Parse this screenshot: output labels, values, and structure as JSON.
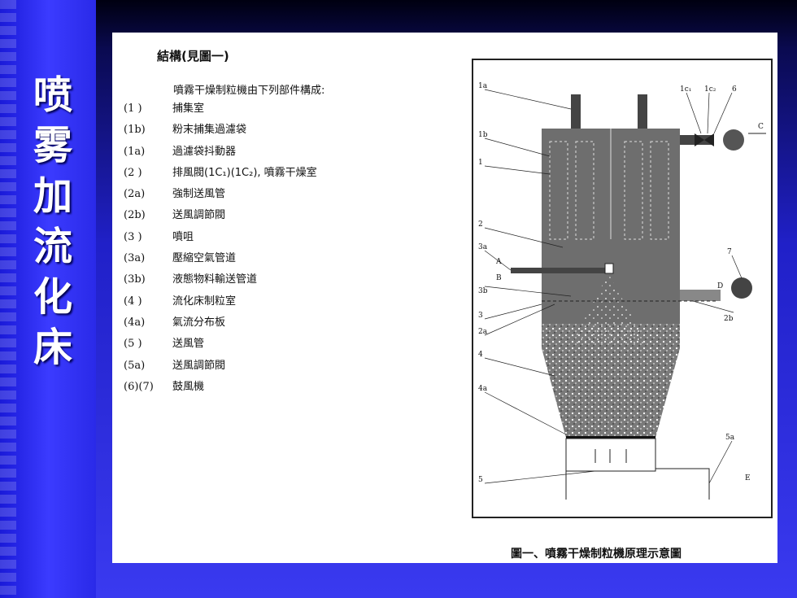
{
  "slide_title_chars": [
    "喷",
    "雾",
    "加",
    "流",
    "化",
    "床"
  ],
  "section_heading": "結構(見圖一)",
  "intro_text": "噴霧干燥制粒機由下列部件構成:",
  "parts": [
    {
      "code": "(1 )",
      "label": "捕集室"
    },
    {
      "code": "(1b)",
      "label": "粉末捕集過濾袋"
    },
    {
      "code": "(1a)",
      "label": "過濾袋抖動器"
    },
    {
      "code": "(2 )",
      "label": "排風閥(1C₁)(1C₂), 噴霧干燥室"
    },
    {
      "code": "(2a)",
      "label": "強制送風管"
    },
    {
      "code": "(2b)",
      "label": "送風調節閥"
    },
    {
      "code": "(3 )",
      "label": "噴咀"
    },
    {
      "code": "(3a)",
      "label": "壓縮空氣管道"
    },
    {
      "code": "(3b)",
      "label": "液態物料輸送管道"
    },
    {
      "code": "(4 )",
      "label": "流化床制粒室"
    },
    {
      "code": "(4a)",
      "label": "氣流分布板"
    },
    {
      "code": "(5 )",
      "label": "送風管"
    },
    {
      "code": "(5a)",
      "label": "送風調節閥"
    },
    {
      "code": "(6)(7)",
      "label": "鼓風機"
    }
  ],
  "diagram_labels": {
    "l1a": "1a",
    "l1b": "1b",
    "l1": "1",
    "l2": "2",
    "l3a": "3a",
    "lA": "A",
    "lB": "B",
    "l3b": "3b",
    "l3": "3",
    "l2a": "2a",
    "l4": "4",
    "l4a": "4a",
    "l5": "5",
    "l1c1": "1c₁",
    "l1c2": "1c₂",
    "l6": "6",
    "lC": "C",
    "l7": "7",
    "lD": "D",
    "l2b": "2b",
    "l5a": "5a",
    "lE": "E"
  },
  "caption": "圖一、噴霧干燥制粒機原理示意圖",
  "colors": {
    "panel": "#ffffff",
    "ink": "#111111",
    "title_text": "#ffffff",
    "bar": "#3b3bff"
  }
}
